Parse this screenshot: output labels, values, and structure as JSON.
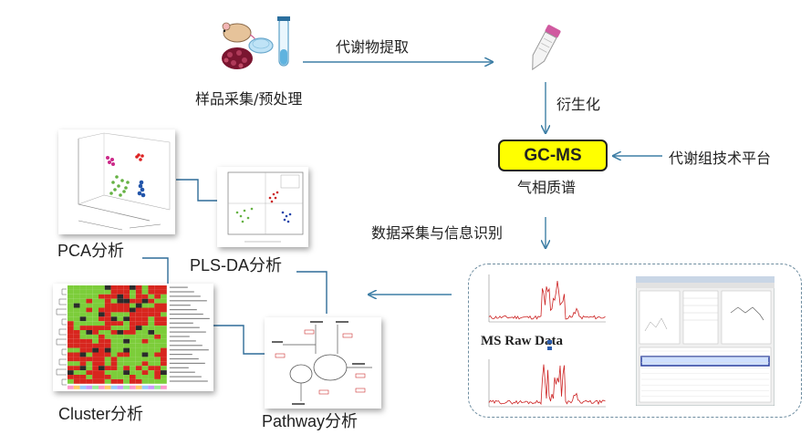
{
  "labels": {
    "sample_collection": "样品采集/预处理",
    "extraction": "代谢物提取",
    "derivatization": "衍生化",
    "gcms": "GC-MS",
    "gas_phase_mass": "气相质谱",
    "platform": "代谢组技术平台",
    "data_collection": "数据采集与信息识别",
    "pca": "PCA分析",
    "plsda": "PLS-DA分析",
    "cluster": "Cluster分析",
    "pathway": "Pathway分析",
    "ms_raw_data": "MS Raw Data"
  },
  "colors": {
    "arrow": "#3f7fa6",
    "connector": "#2f6c98",
    "gcms_fill": "#ffff00",
    "heatmap_red": "#d7261e",
    "heatmap_green": "#7ccd3a",
    "spectrum_red": "#cc2222"
  },
  "icons": [
    "mouse-icon",
    "petri-dish-icon",
    "tissue-icon",
    "test-tube-icon",
    "centrifuge-tube-icon"
  ]
}
